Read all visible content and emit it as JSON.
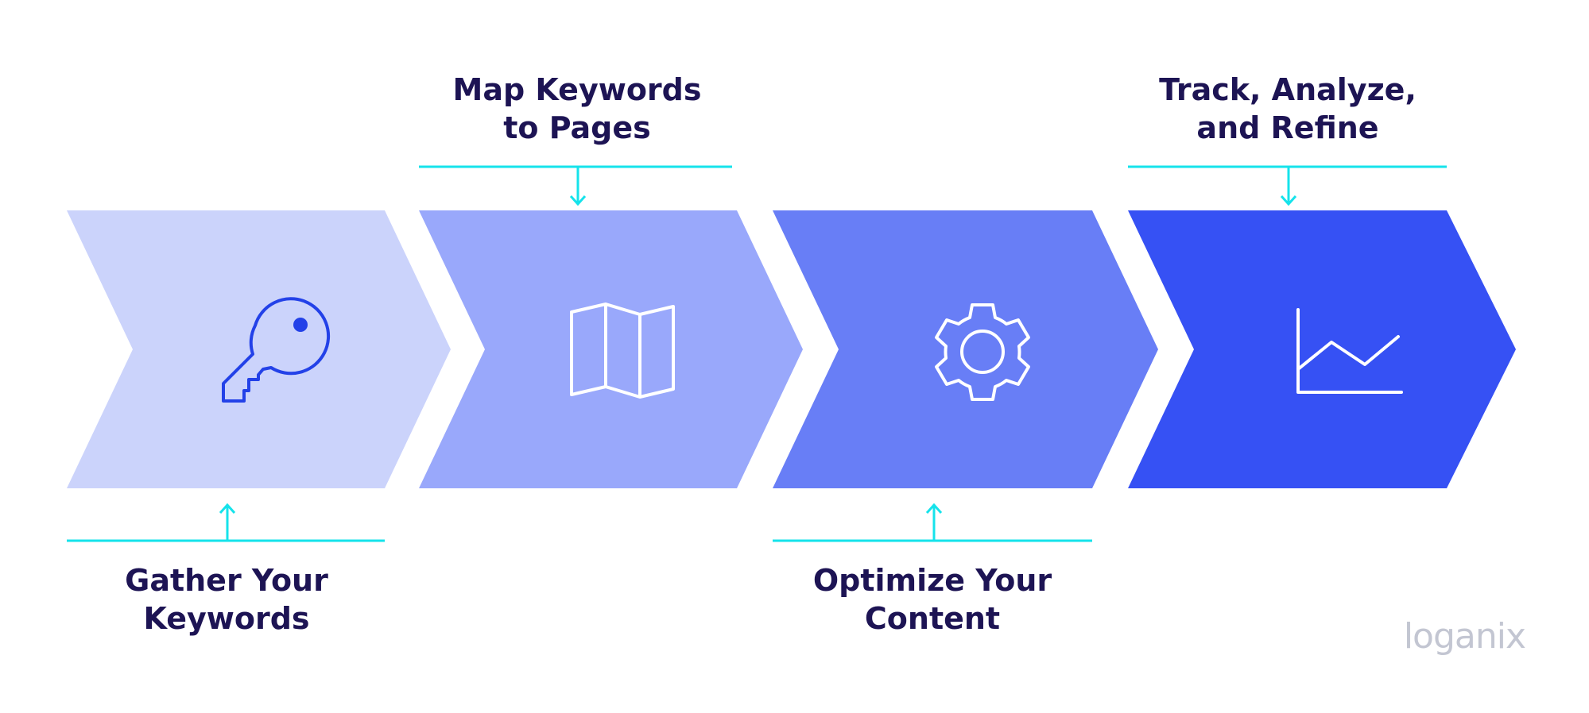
{
  "steps": [
    {
      "label": "Gather Your\nKeywords",
      "icon": "key-icon",
      "color": "#cbd3fb"
    },
    {
      "label": "Map Keywords\nto Pages",
      "icon": "map-icon",
      "color": "#99a8fb"
    },
    {
      "label": "Optimize Your\nContent",
      "icon": "gear-icon",
      "color": "#687ef6"
    },
    {
      "label": "Track, Analyze,\nand Refine",
      "icon": "line-chart-icon",
      "color": "#3651f4"
    }
  ],
  "brand": "loganix",
  "colors": {
    "connector": "#15e3eb",
    "label_text": "#1d1454",
    "key_icon": "#2341e8",
    "icon_light": "#ffffff",
    "brand": "#c3c6d2"
  }
}
